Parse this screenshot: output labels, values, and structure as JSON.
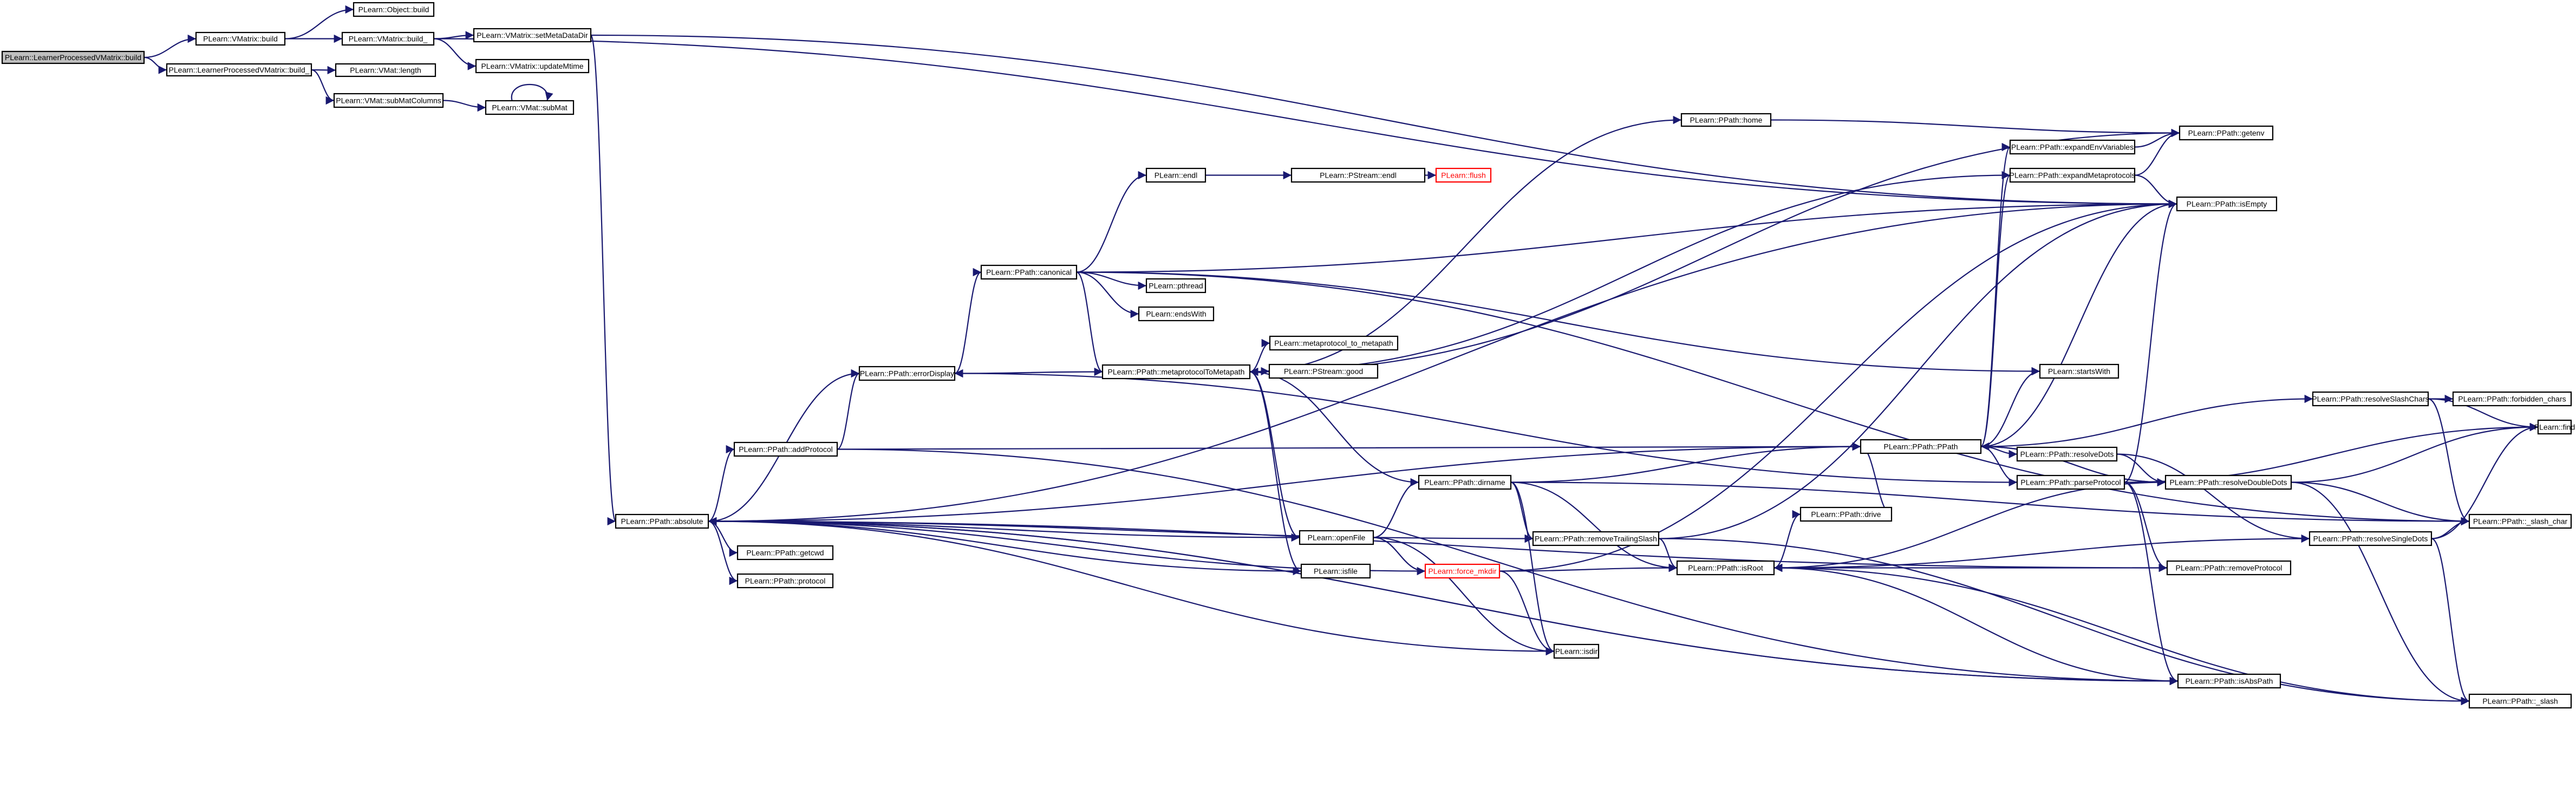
{
  "nodes": [
    {
      "id": "root",
      "label": "PLearn::LearnerProcessedVMatrix::build",
      "style": "root"
    },
    {
      "id": "vm_build",
      "label": "PLearn::VMatrix::build"
    },
    {
      "id": "obj_build",
      "label": "PLearn::Object::build"
    },
    {
      "id": "vm_build_",
      "label": "PLearn::VMatrix::build_"
    },
    {
      "id": "setMetaDataDir",
      "label": "PLearn::VMatrix::setMetaDataDir"
    },
    {
      "id": "updateMtime",
      "label": "PLearn::VMatrix::updateMtime"
    },
    {
      "id": "lpvm_build_",
      "label": "PLearn::LearnerProcessedVMatrix::build_"
    },
    {
      "id": "length",
      "label": "PLearn::VMat::length"
    },
    {
      "id": "subMatColumns",
      "label": "PLearn::VMat::subMatColumns"
    },
    {
      "id": "subMat",
      "label": "PLearn::VMat::subMat"
    },
    {
      "id": "home",
      "label": "PLearn::PPath::home"
    },
    {
      "id": "getenv",
      "label": "PLearn::PPath::getenv"
    },
    {
      "id": "expandEnv",
      "label": "PLearn::PPath::expandEnvVariables"
    },
    {
      "id": "expandMeta",
      "label": "PLearn::PPath::expandMetaprotocols"
    },
    {
      "id": "isEmpty",
      "label": "PLearn::PPath::isEmpty"
    },
    {
      "id": "endl",
      "label": "PLearn::endl"
    },
    {
      "id": "ps_endl",
      "label": "PLearn::PStream::endl"
    },
    {
      "id": "flush",
      "label": "PLearn::flush",
      "style": "red"
    },
    {
      "id": "canonical",
      "label": "PLearn::PPath::canonical"
    },
    {
      "id": "pthread",
      "label": "PLearn::pthread"
    },
    {
      "id": "endsWith",
      "label": "PLearn::endsWith"
    },
    {
      "id": "mp_to_mp",
      "label": "PLearn::metaprotocol_to_metapath"
    },
    {
      "id": "errorDisplay",
      "label": "PLearn::PPath::errorDisplay"
    },
    {
      "id": "mp_toMetapath",
      "label": "PLearn::PPath::metaprotocolToMetapath"
    },
    {
      "id": "ps_good",
      "label": "PLearn::PStream::good"
    },
    {
      "id": "startsWith",
      "label": "PLearn::startsWith"
    },
    {
      "id": "resolveSlash",
      "label": "PLearn::PPath::resolveSlashChars"
    },
    {
      "id": "forbidden",
      "label": "PLearn::PPath::forbidden_chars"
    },
    {
      "id": "find",
      "label": "PLearn::find"
    },
    {
      "id": "addProtocol",
      "label": "PLearn::PPath::addProtocol"
    },
    {
      "id": "ppath",
      "label": "PLearn::PPath::PPath"
    },
    {
      "id": "resolveDots",
      "label": "PLearn::PPath::resolveDots"
    },
    {
      "id": "parseProtocol",
      "label": "PLearn::PPath::parseProtocol"
    },
    {
      "id": "resolveDoubleDots",
      "label": "PLearn::PPath::resolveDoubleDots"
    },
    {
      "id": "dirname",
      "label": "PLearn::PPath::dirname"
    },
    {
      "id": "absolute",
      "label": "PLearn::PPath::absolute"
    },
    {
      "id": "getcwd",
      "label": "PLearn::PPath::getcwd"
    },
    {
      "id": "protocol",
      "label": "PLearn::PPath::protocol"
    },
    {
      "id": "openFile",
      "label": "PLearn::openFile"
    },
    {
      "id": "drive",
      "label": "PLearn::PPath::drive"
    },
    {
      "id": "removeTrailing",
      "label": "PLearn::PPath::removeTrailingSlash"
    },
    {
      "id": "resolveSingle",
      "label": "PLearn::PPath::resolveSingleDots"
    },
    {
      "id": "slash_char",
      "label": "PLearn::PPath::_slash_char"
    },
    {
      "id": "isfile",
      "label": "PLearn::isfile"
    },
    {
      "id": "force_mkdir",
      "label": "PLearn::force_mkdir",
      "style": "red"
    },
    {
      "id": "isRoot",
      "label": "PLearn::PPath::isRoot"
    },
    {
      "id": "removeProtocol",
      "label": "PLearn::PPath::removeProtocol"
    },
    {
      "id": "isdir",
      "label": "PLearn::isdir"
    },
    {
      "id": "isAbsPath",
      "label": "PLearn::PPath::isAbsPath"
    },
    {
      "id": "slash",
      "label": "PLearn::PPath::_slash"
    }
  ],
  "edges": [
    [
      "root",
      "vm_build"
    ],
    [
      "root",
      "lpvm_build_"
    ],
    [
      "vm_build",
      "obj_build"
    ],
    [
      "vm_build",
      "vm_build_"
    ],
    [
      "vm_build_",
      "setMetaDataDir"
    ],
    [
      "vm_build_",
      "updateMtime"
    ],
    [
      "vm_build_",
      "isEmpty"
    ],
    [
      "setMetaDataDir",
      "isEmpty"
    ],
    [
      "setMetaDataDir",
      "absolute"
    ],
    [
      "lpvm_build_",
      "length"
    ],
    [
      "lpvm_build_",
      "subMatColumns"
    ],
    [
      "subMatColumns",
      "subMat"
    ],
    [
      "subMat",
      "subMat"
    ],
    [
      "home",
      "getenv"
    ],
    [
      "expandEnv",
      "getenv"
    ],
    [
      "expandMeta",
      "getenv"
    ],
    [
      "expandMeta",
      "isEmpty"
    ],
    [
      "expandMeta",
      "mp_toMetapath"
    ],
    [
      "endl",
      "ps_endl"
    ],
    [
      "ps_endl",
      "flush"
    ],
    [
      "canonical",
      "endl"
    ],
    [
      "canonical",
      "pthread"
    ],
    [
      "canonical",
      "endsWith"
    ],
    [
      "canonical",
      "mp_toMetapath"
    ],
    [
      "canonical",
      "isEmpty"
    ],
    [
      "canonical",
      "startsWith"
    ],
    [
      "canonical",
      "slash_char"
    ],
    [
      "errorDisplay",
      "canonical"
    ],
    [
      "mp_toMetapath",
      "errorDisplay"
    ],
    [
      "mp_toMetapath",
      "mp_to_mp"
    ],
    [
      "mp_toMetapath",
      "ps_good"
    ],
    [
      "mp_toMetapath",
      "openFile"
    ],
    [
      "mp_toMetapath",
      "isfile"
    ],
    [
      "mp_toMetapath",
      "home"
    ],
    [
      "mp_toMetapath",
      "getenv"
    ],
    [
      "resolveSlash",
      "forbidden"
    ],
    [
      "resolveSlash",
      "find"
    ],
    [
      "resolveSlash",
      "slash_char"
    ],
    [
      "addProtocol",
      "errorDisplay"
    ],
    [
      "addProtocol",
      "ppath"
    ],
    [
      "addProtocol",
      "isAbsPath"
    ],
    [
      "ppath",
      "expandEnv"
    ],
    [
      "ppath",
      "expandMeta"
    ],
    [
      "ppath",
      "isEmpty"
    ],
    [
      "ppath",
      "startsWith"
    ],
    [
      "ppath",
      "resolveSlash"
    ],
    [
      "ppath",
      "resolveDots"
    ],
    [
      "ppath",
      "parseProtocol"
    ],
    [
      "ppath",
      "resolveDoubleDots"
    ],
    [
      "resolveDots",
      "resolveDoubleDots"
    ],
    [
      "resolveDots",
      "resolveSingle"
    ],
    [
      "parseProtocol",
      "isEmpty"
    ],
    [
      "parseProtocol",
      "find"
    ],
    [
      "parseProtocol",
      "removeProtocol"
    ],
    [
      "parseProtocol",
      "isAbsPath"
    ],
    [
      "parseProtocol",
      "errorDisplay"
    ],
    [
      "resolveDoubleDots",
      "find"
    ],
    [
      "resolveDoubleDots",
      "slash_char"
    ],
    [
      "resolveDoubleDots",
      "slash"
    ],
    [
      "resolveDoubleDots",
      "isRoot"
    ],
    [
      "resolveDoubleDots",
      "ppath"
    ],
    [
      "dirname",
      "ppath"
    ],
    [
      "dirname",
      "removeTrailing"
    ],
    [
      "dirname",
      "isRoot"
    ],
    [
      "dirname",
      "isdir"
    ],
    [
      "dirname",
      "slash_char"
    ],
    [
      "dirname",
      "mp_toMetapath"
    ],
    [
      "absolute",
      "errorDisplay"
    ],
    [
      "absolute",
      "addProtocol"
    ],
    [
      "absolute",
      "getcwd"
    ],
    [
      "absolute",
      "protocol"
    ],
    [
      "absolute",
      "ppath"
    ],
    [
      "absolute",
      "removeTrailing"
    ],
    [
      "absolute",
      "isAbsPath"
    ],
    [
      "absolute",
      "isEmpty"
    ],
    [
      "openFile",
      "absolute"
    ],
    [
      "openFile",
      "force_mkdir"
    ],
    [
      "openFile",
      "isdir"
    ],
    [
      "openFile",
      "dirname"
    ],
    [
      "drive",
      "ppath"
    ],
    [
      "removeTrailing",
      "isRoot"
    ],
    [
      "removeTrailing",
      "isEmpty"
    ],
    [
      "removeTrailing",
      "slash"
    ],
    [
      "resolveSingle",
      "find"
    ],
    [
      "resolveSingle",
      "slash_char"
    ],
    [
      "resolveSingle",
      "slash"
    ],
    [
      "resolveSingle",
      "isRoot"
    ],
    [
      "isfile",
      "absolute"
    ],
    [
      "force_mkdir",
      "absolute"
    ],
    [
      "force_mkdir",
      "isRoot"
    ],
    [
      "force_mkdir",
      "isEmpty"
    ],
    [
      "force_mkdir",
      "isdir"
    ],
    [
      "isRoot",
      "drive"
    ],
    [
      "isRoot",
      "removeProtocol"
    ],
    [
      "isRoot",
      "isAbsPath"
    ],
    [
      "isRoot",
      "slash"
    ],
    [
      "removeProtocol",
      "absolute"
    ],
    [
      "isdir",
      "absolute"
    ],
    [
      "isAbsPath",
      "absolute"
    ]
  ]
}
